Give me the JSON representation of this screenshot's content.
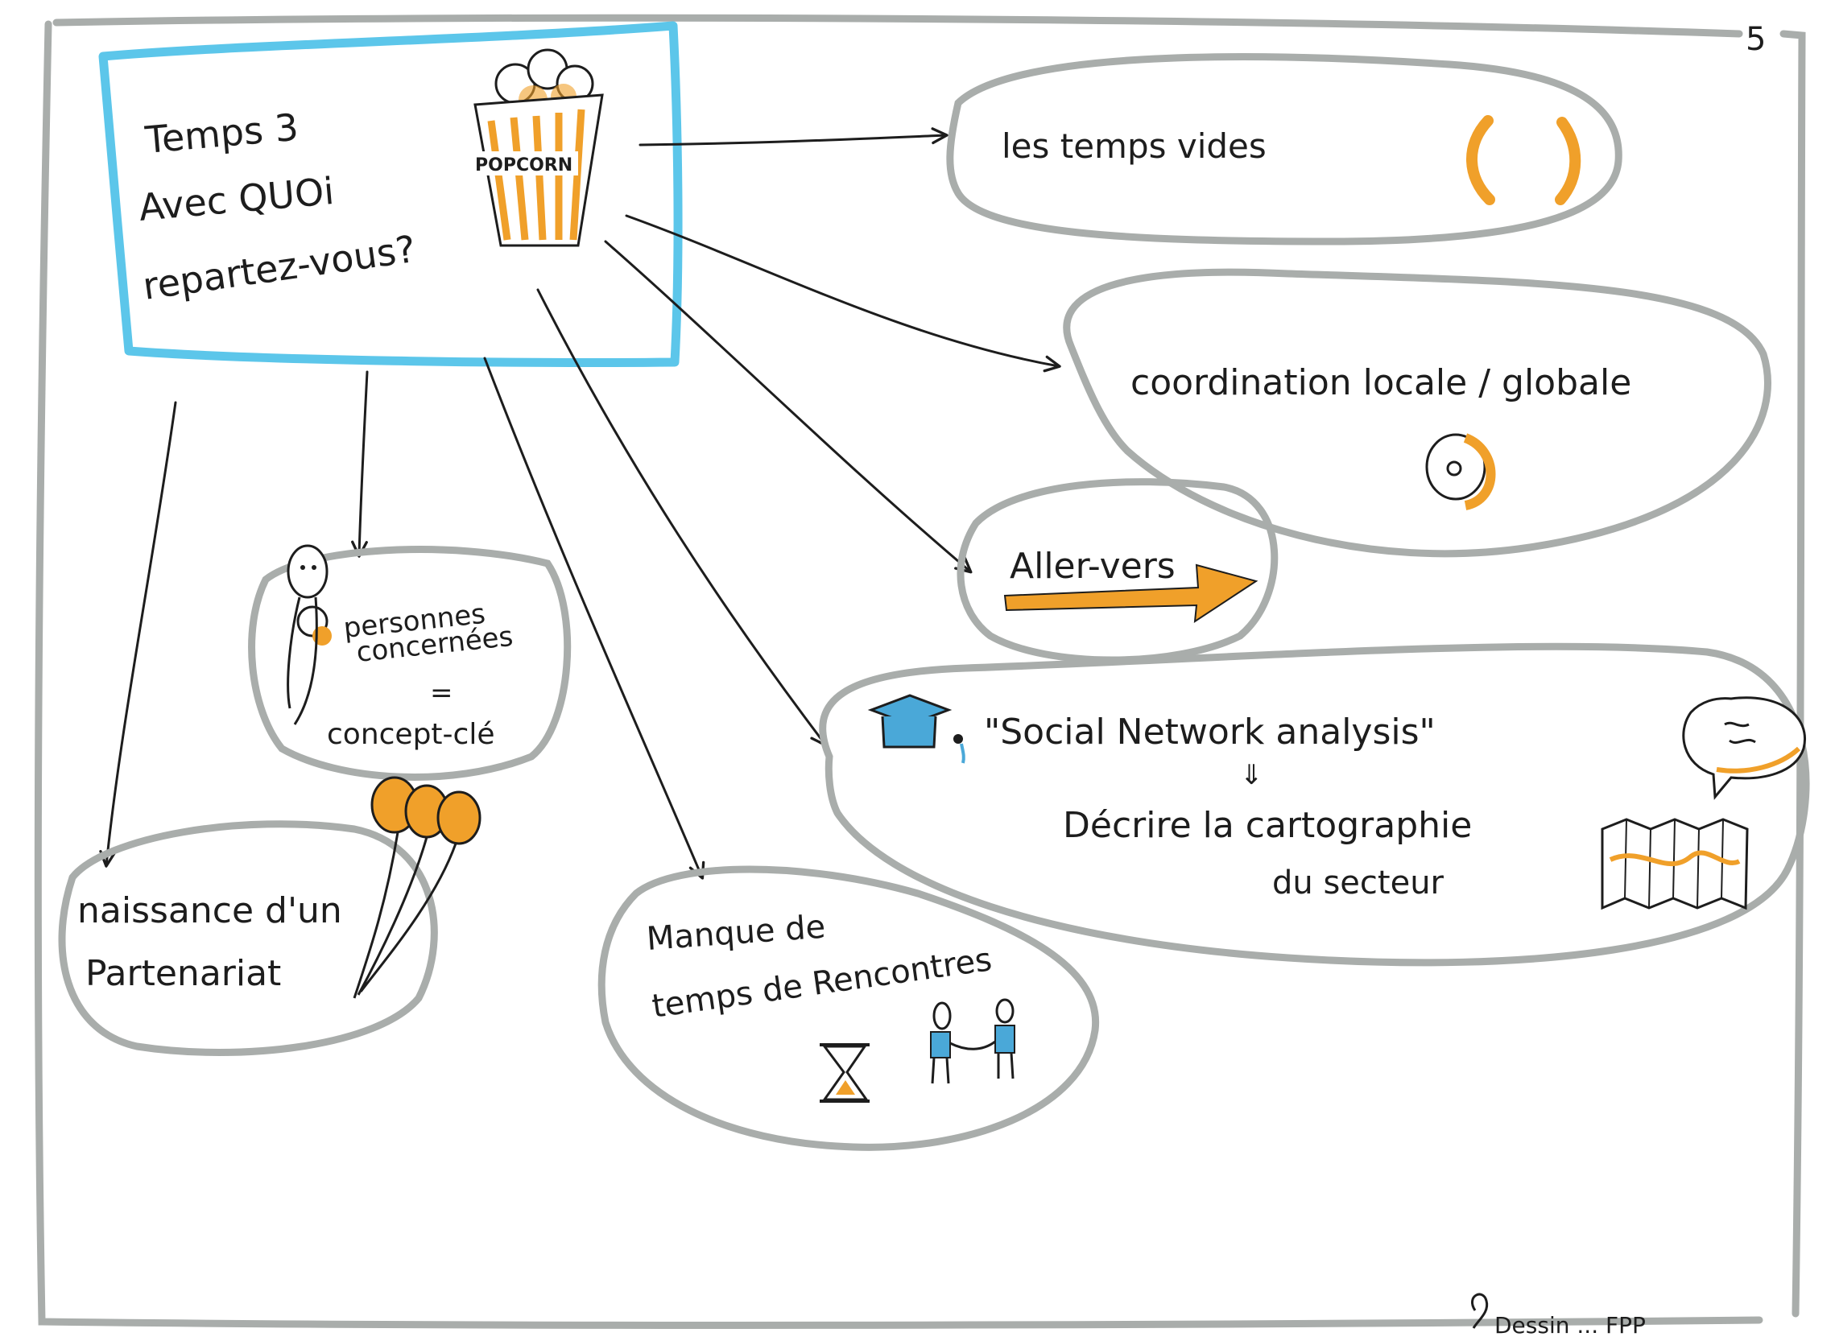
{
  "page_number": "5",
  "colors": {
    "frame": "#a9adab",
    "bubble": "#a9adab",
    "title_box": "#5cc6ea",
    "accent": "#f0a02a",
    "ink": "#1d1d1d",
    "blue": "#4aa8d8"
  },
  "title": {
    "line1": "Temps 3",
    "line2": "Avec QUOi",
    "line3": "repartez-vous?",
    "popcorn_label": "POPCORN"
  },
  "bubbles": {
    "temps_vides": {
      "text": "les temps vides",
      "icon": "parentheses-icon"
    },
    "coordination": {
      "text": "coordination locale / globale",
      "icon": "target-icon"
    },
    "aller_vers": {
      "text": "Aller-vers",
      "icon": "arrow-right-icon"
    },
    "sna": {
      "line1": "\"Social Network analysis\"",
      "arrow": "⇓",
      "line2": "Décrire la cartographie",
      "line3": "du secteur",
      "icons": [
        "graduation-cap-icon",
        "speech-bubble-icon",
        "map-icon"
      ]
    },
    "personnes": {
      "line1": "personnes",
      "line2": "concernées",
      "eq": "=",
      "line3": "concept-clé",
      "icon": "person-icon"
    },
    "partenariat": {
      "line1": "naissance d'un",
      "line2": "Partenariat",
      "icon": "balloons-icon"
    },
    "rencontres": {
      "line1": "Manque de",
      "line2": "temps de Rencontres",
      "icons": [
        "hourglass-icon",
        "handshake-icon"
      ]
    }
  },
  "signature": "Dessin ... FPP"
}
